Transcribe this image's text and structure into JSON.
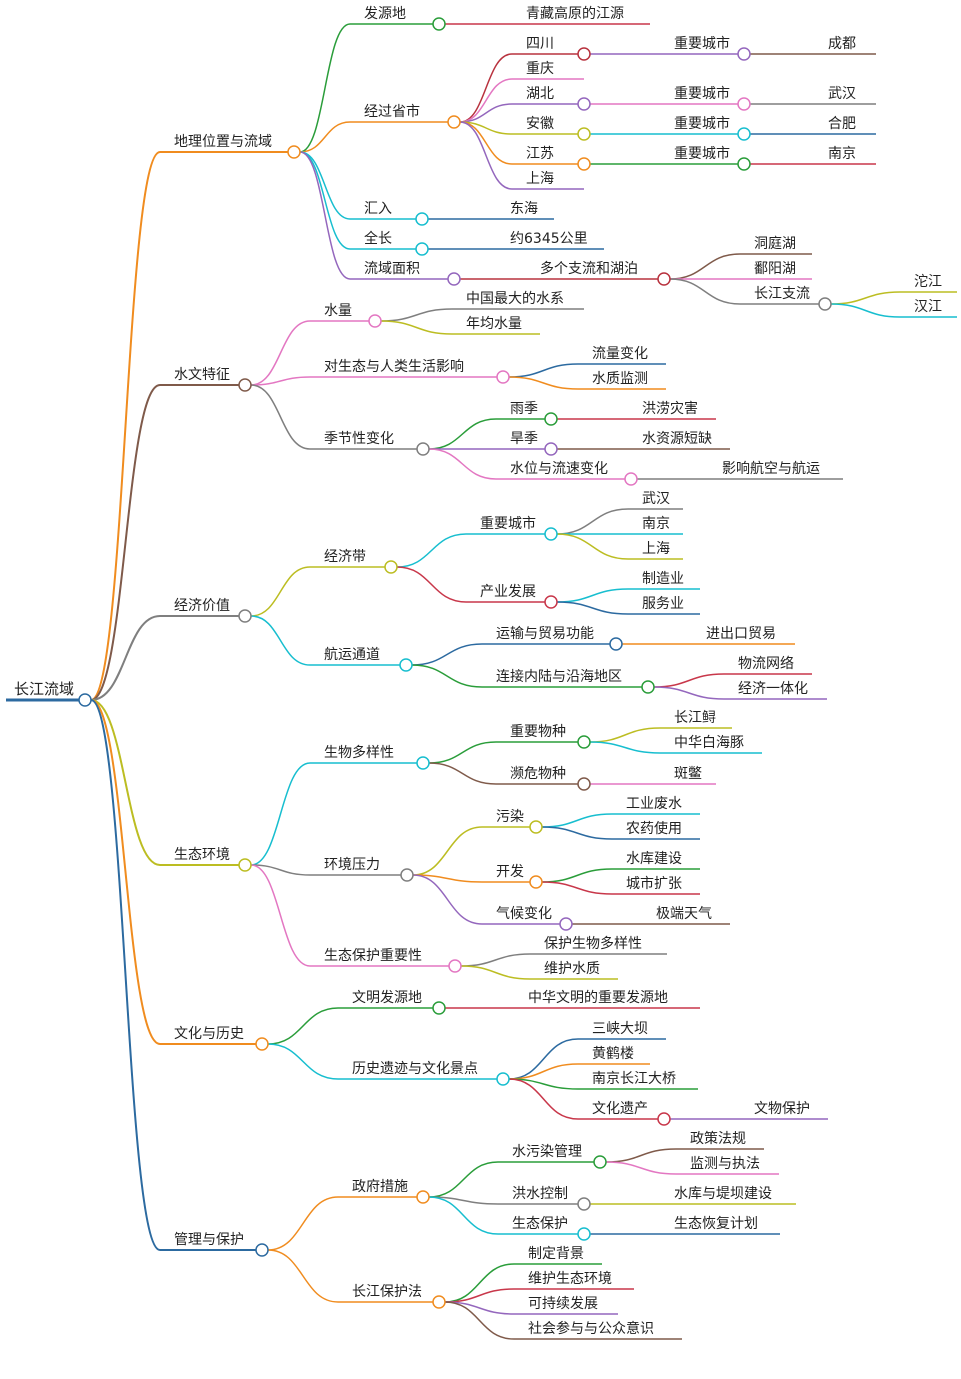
{
  "root": {
    "label": "长江流域",
    "color": "#2c6aa0",
    "children": [
      {
        "label": "地理位置与流域",
        "color": "#f08c1f",
        "children": [
          {
            "label": "发源地",
            "color": "#2a9d3a",
            "children": [
              {
                "label": "青藏高原的江源",
                "color": "#c8374a"
              }
            ]
          },
          {
            "label": "经过省市",
            "color": "#f08c1f",
            "children": [
              {
                "label": "四川",
                "color": "#b8323e",
                "children": [
                  {
                    "label": "重要城市",
                    "color": "#9467bd",
                    "children": [
                      {
                        "label": "成都",
                        "color": "#7f5a4a"
                      }
                    ]
                  }
                ]
              },
              {
                "label": "重庆",
                "color": "#e377c2"
              },
              {
                "label": "湖北",
                "color": "#9467bd",
                "children": [
                  {
                    "label": "重要城市",
                    "color": "#e377c2",
                    "children": [
                      {
                        "label": "武汉",
                        "color": "#7f7f7f"
                      }
                    ]
                  }
                ]
              },
              {
                "label": "安徽",
                "color": "#bcbd22",
                "children": [
                  {
                    "label": "重要城市",
                    "color": "#17becf",
                    "children": [
                      {
                        "label": "合肥",
                        "color": "#2c6aa0"
                      }
                    ]
                  }
                ]
              },
              {
                "label": "江苏",
                "color": "#f08c1f",
                "children": [
                  {
                    "label": "重要城市",
                    "color": "#2a9d3a",
                    "children": [
                      {
                        "label": "南京",
                        "color": "#c8374a"
                      }
                    ]
                  }
                ]
              },
              {
                "label": "上海",
                "color": "#9467bd"
              }
            ]
          },
          {
            "label": "汇入",
            "color": "#17becf",
            "children": [
              {
                "label": "东海",
                "color": "#2c6aa0"
              }
            ]
          },
          {
            "label": "全长",
            "color": "#17becf",
            "children": [
              {
                "label": "约6345公里",
                "color": "#2c6aa0"
              }
            ]
          },
          {
            "label": "流域面积",
            "color": "#9467bd",
            "children": [
              {
                "label": "多个支流和湖泊",
                "color": "#b8323e",
                "children": [
                  {
                    "label": "洞庭湖",
                    "color": "#7f5a4a"
                  },
                  {
                    "label": "鄱阳湖",
                    "color": "#e377c2"
                  },
                  {
                    "label": "长江支流",
                    "color": "#7f7f7f",
                    "children": [
                      {
                        "label": "沱江",
                        "color": "#bcbd22"
                      },
                      {
                        "label": "汉江",
                        "color": "#17becf"
                      }
                    ]
                  }
                ]
              }
            ]
          }
        ]
      },
      {
        "label": "水文特征",
        "color": "#7f5a4a",
        "children": [
          {
            "label": "水量",
            "color": "#e377c2",
            "children": [
              {
                "label": "中国最大的水系",
                "color": "#7f7f7f"
              },
              {
                "label": "年均水量",
                "color": "#bcbd22"
              }
            ]
          },
          {
            "label": "对生态与人类生活影响",
            "color": "#e377c2",
            "children": [
              {
                "label": "流量变化",
                "color": "#2c6aa0"
              },
              {
                "label": "水质监测",
                "color": "#f08c1f"
              }
            ]
          },
          {
            "label": "季节性变化",
            "color": "#7f7f7f",
            "children": [
              {
                "label": "雨季",
                "color": "#2a9d3a",
                "children": [
                  {
                    "label": "洪涝灾害",
                    "color": "#c8374a"
                  }
                ]
              },
              {
                "label": "旱季",
                "color": "#9467bd",
                "children": [
                  {
                    "label": "水资源短缺",
                    "color": "#7f5a4a"
                  }
                ]
              },
              {
                "label": "水位与流速变化",
                "color": "#e377c2",
                "children": [
                  {
                    "label": "影响航空与航运",
                    "color": "#7f7f7f"
                  }
                ]
              }
            ]
          }
        ]
      },
      {
        "label": "经济价值",
        "color": "#7f7f7f",
        "children": [
          {
            "label": "经济带",
            "color": "#bcbd22",
            "children": [
              {
                "label": "重要城市",
                "color": "#17becf",
                "children": [
                  {
                    "label": "武汉",
                    "color": "#7f7f7f"
                  },
                  {
                    "label": "南京",
                    "color": "#17becf"
                  },
                  {
                    "label": "上海",
                    "color": "#bcbd22"
                  }
                ]
              },
              {
                "label": "产业发展",
                "color": "#c8374a",
                "children": [
                  {
                    "label": "制造业",
                    "color": "#17becf"
                  },
                  {
                    "label": "服务业",
                    "color": "#2c6aa0"
                  }
                ]
              }
            ]
          },
          {
            "label": "航运通道",
            "color": "#17becf",
            "children": [
              {
                "label": "运输与贸易功能",
                "color": "#2c6aa0",
                "children": [
                  {
                    "label": "进出口贸易",
                    "color": "#f08c1f"
                  }
                ]
              },
              {
                "label": "连接内陆与沿海地区",
                "color": "#2a9d3a",
                "children": [
                  {
                    "label": "物流网络",
                    "color": "#c8374a"
                  },
                  {
                    "label": "经济一体化",
                    "color": "#9467bd"
                  }
                ]
              }
            ]
          }
        ]
      },
      {
        "label": "生态环境",
        "color": "#bcbd22",
        "children": [
          {
            "label": "生物多样性",
            "color": "#17becf",
            "children": [
              {
                "label": "重要物种",
                "color": "#2a9d3a",
                "children": [
                  {
                    "label": "长江鲟",
                    "color": "#bcbd22"
                  },
                  {
                    "label": "中华白海豚",
                    "color": "#17becf"
                  }
                ]
              },
              {
                "label": "濒危物种",
                "color": "#7f5a4a",
                "children": [
                  {
                    "label": "斑鳖",
                    "color": "#e377c2"
                  }
                ]
              }
            ]
          },
          {
            "label": "环境压力",
            "color": "#7f7f7f",
            "children": [
              {
                "label": "污染",
                "color": "#bcbd22",
                "children": [
                  {
                    "label": "工业废水",
                    "color": "#17becf"
                  },
                  {
                    "label": "农药使用",
                    "color": "#2c6aa0"
                  }
                ]
              },
              {
                "label": "开发",
                "color": "#f08c1f",
                "children": [
                  {
                    "label": "水库建设",
                    "color": "#2a9d3a"
                  },
                  {
                    "label": "城市扩张",
                    "color": "#c8374a"
                  }
                ]
              },
              {
                "label": "气候变化",
                "color": "#9467bd",
                "children": [
                  {
                    "label": "极端天气",
                    "color": "#7f5a4a"
                  }
                ]
              }
            ]
          },
          {
            "label": "生态保护重要性",
            "color": "#e377c2",
            "children": [
              {
                "label": "保护生物多样性",
                "color": "#7f7f7f"
              },
              {
                "label": "维护水质",
                "color": "#bcbd22"
              }
            ]
          }
        ]
      },
      {
        "label": "文化与历史",
        "color": "#f08c1f",
        "children": [
          {
            "label": "文明发源地",
            "color": "#2a9d3a",
            "children": [
              {
                "label": "中华文明的重要发源地",
                "color": "#c8374a"
              }
            ]
          },
          {
            "label": "历史遗迹与文化景点",
            "color": "#17becf",
            "children": [
              {
                "label": "三峡大坝",
                "color": "#2c6aa0"
              },
              {
                "label": "黄鹤楼",
                "color": "#f08c1f"
              },
              {
                "label": "南京长江大桥",
                "color": "#2a9d3a"
              },
              {
                "label": "文化遗产",
                "color": "#c8374a",
                "children": [
                  {
                    "label": "文物保护",
                    "color": "#9467bd"
                  }
                ]
              }
            ]
          }
        ]
      },
      {
        "label": "管理与保护",
        "color": "#2c6aa0",
        "children": [
          {
            "label": "政府措施",
            "color": "#f08c1f",
            "children": [
              {
                "label": "水污染管理",
                "color": "#2a9d3a",
                "children": [
                  {
                    "label": "政策法规",
                    "color": "#7f5a4a"
                  },
                  {
                    "label": "监测与执法",
                    "color": "#e377c2"
                  }
                ]
              },
              {
                "label": "洪水控制",
                "color": "#7f7f7f",
                "children": [
                  {
                    "label": "水库与堤坝建设",
                    "color": "#bcbd22"
                  }
                ]
              },
              {
                "label": "生态保护",
                "color": "#17becf",
                "children": [
                  {
                    "label": "生态恢复计划",
                    "color": "#2c6aa0"
                  }
                ]
              }
            ]
          },
          {
            "label": "长江保护法",
            "color": "#f08c1f",
            "children": [
              {
                "label": "制定背景",
                "color": "#2a9d3a"
              },
              {
                "label": "维护生态环境",
                "color": "#c8374a"
              },
              {
                "label": "可持续发展",
                "color": "#9467bd"
              },
              {
                "label": "社会参与与公众意识",
                "color": "#7f5a4a"
              }
            ]
          }
        ]
      }
    ]
  }
}
